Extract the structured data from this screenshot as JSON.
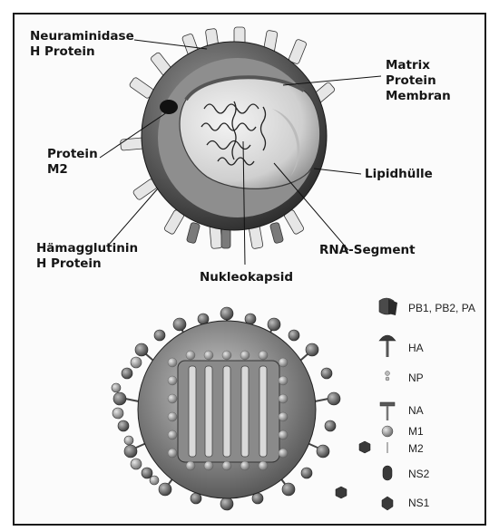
{
  "labels": {
    "neuraminidase": [
      "Neuraminidase",
      "H Protein"
    ],
    "matrix": [
      "Matrix",
      "Protein",
      "Membran"
    ],
    "protein_m2": [
      "Protein",
      "M2"
    ],
    "lipidhuelle": "Lipidhülle",
    "haemagglutinin": [
      "Hämagglutinin",
      "H Protein"
    ],
    "rna_segment": "RNA-Segment",
    "nukleokapsid": "Nukleokapsid"
  },
  "legend": [
    {
      "label": "PB1, PB2, PA",
      "icon": "polymerase-complex-icon"
    },
    {
      "label": "HA",
      "icon": "hemagglutinin-icon"
    },
    {
      "label": "NP",
      "icon": "nucleoprotein-icon"
    },
    {
      "label": "NA",
      "icon": "neuraminidase-icon"
    },
    {
      "label": "M1",
      "icon": "matrix-protein-icon"
    },
    {
      "label": "M2",
      "icon": "m2-channel-icon"
    },
    {
      "label": "NS2",
      "icon": "ns2-icon"
    },
    {
      "label": "NS1",
      "icon": "ns1-icon"
    }
  ]
}
